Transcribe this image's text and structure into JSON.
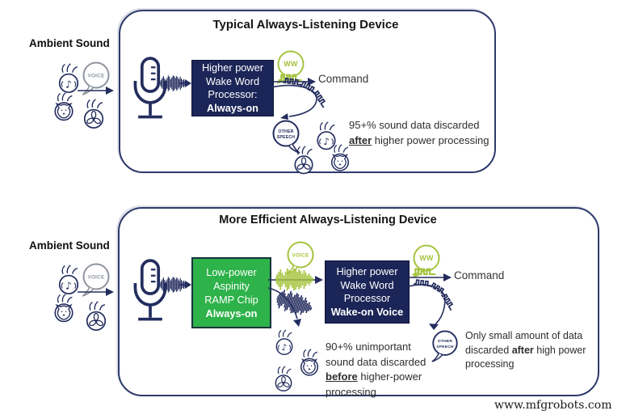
{
  "colors": {
    "navy": "#232d5e",
    "navy_box": "#1b2557",
    "green": "#2eb24a",
    "lime": "#a5c33d",
    "gray": "#8f959e",
    "border": "#2e3a6b"
  },
  "watermark": "www.mfgrobots.com",
  "ambient": {
    "label": "Ambient Sound",
    "voice_bubble": "VOICE"
  },
  "top_panel": {
    "title": "Typical Always-Listening Device",
    "processor_box": {
      "line1": "Higher power",
      "line2": "Wake Word",
      "line3": "Processor:",
      "line4": "Always-on"
    },
    "ww_bubble": "WW",
    "command_label": "Command",
    "other_speech_bubble": {
      "line1": "OTHER",
      "line2": "SPEECH"
    },
    "discard_note": {
      "pre": "95+% sound data discarded ",
      "emph": "after",
      "post": " higher power processing"
    }
  },
  "bottom_panel": {
    "title": "More Efficient Always-Listening Device",
    "ramp_box": {
      "line1": "Low-power",
      "line2": "Aspinity",
      "line3": "RAMP Chip",
      "line4": "Always-on"
    },
    "voice_bubble": "VOICE",
    "processor_box": {
      "line1": "Higher power",
      "line2": "Wake Word",
      "line3": "Processor",
      "line4": "Wake-on Voice"
    },
    "ww_bubble": "WW",
    "command_label": "Command",
    "other_speech_bubble": {
      "line1": "OTHER",
      "line2": "SPEECH"
    },
    "discard_note": {
      "pre": "90+% unimportant sound data discarded ",
      "emph": "before",
      "post": " higher-power processing"
    },
    "right_note": {
      "pre": "Only small amount of data discarded ",
      "emph": "after",
      "post": " high power processing"
    }
  }
}
